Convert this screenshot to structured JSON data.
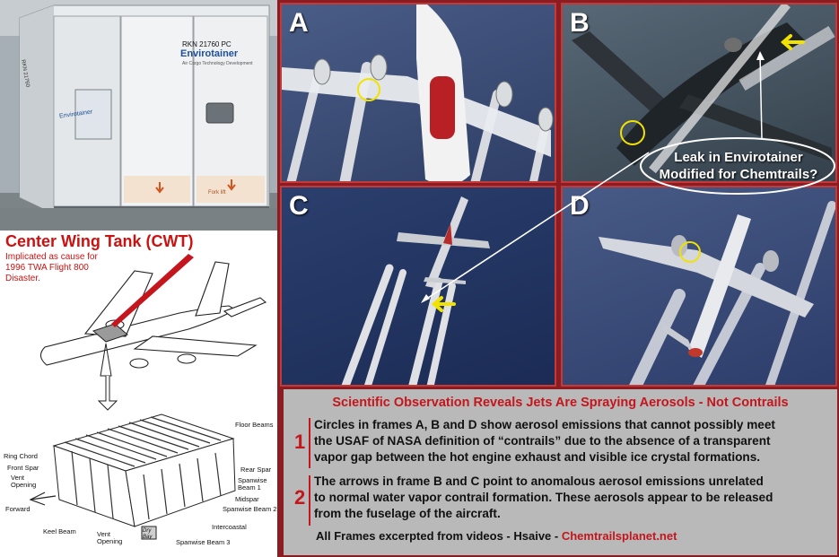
{
  "envirotainer_photo": {
    "unit_code": "RKN 21760 PC",
    "brand": "Envirotainer",
    "tagline": "Air Cargo Technology Development",
    "side_brand": "Envirotainer",
    "side_code": "RKN 21760",
    "forklift_label": "Fork lift"
  },
  "wing_tank": {
    "title": "Center Wing Tank (CWT)",
    "subtitle": "Implicated as cause for 1996 TWA Flight 800 Disaster.",
    "labels": {
      "floor_beams": "Floor Beams",
      "ring_chord": "Ring Chord",
      "front_spar": "Front Spar",
      "vent_opening_left": "Vent Opening",
      "rear_spar": "Rear Spar",
      "spanwise_beam_1": "Spanwise Beam 1",
      "midspar": "Midspar",
      "spanwise_beam_2": "Spanwise Beam 2",
      "forward": "Forward",
      "keel_beam": "Keel Beam",
      "vent_opening_bottom": "Vent Opening",
      "dry_bay": "Dry Bay",
      "intercoastal": "Intercoastal",
      "spanwise_beam_3": "Spanwise Beam 3"
    }
  },
  "frames": {
    "a": "A",
    "b": "B",
    "c": "C",
    "d": "D"
  },
  "leak_callout": {
    "line1": "Leak in Envirotainer",
    "line2": "Modified for Chemtrails?"
  },
  "caption": {
    "title": "Scientific Observation Reveals Jets Are Spraying Aerosols - Not Contrails",
    "point1_number": "1",
    "point1_lines": [
      "Circles in frames A, B and D show aerosol emissions that cannot possibly meet",
      "the USAF of NASA definition of “contrails” due to the absence of a transparent",
      "vapor gap between the hot engine exhaust and visible ice crystal formations."
    ],
    "point2_number": "2",
    "point2_lines": [
      "The arrows in frame B and C point to anomalous aerosol emissions unrelated",
      "to normal water vapor contrail formation. These aerosols appear to be released",
      "from the fuselage of the aircraft."
    ],
    "footer_text": "All Frames excerpted from videos - Hsaive -",
    "footer_site": "Chemtrailsplanet.net"
  },
  "colors": {
    "accent_red": "#c4161c",
    "frame_border": "#c33a3a",
    "caption_bg": "#b9b9b9",
    "highlight_yellow": "#f2e200"
  }
}
